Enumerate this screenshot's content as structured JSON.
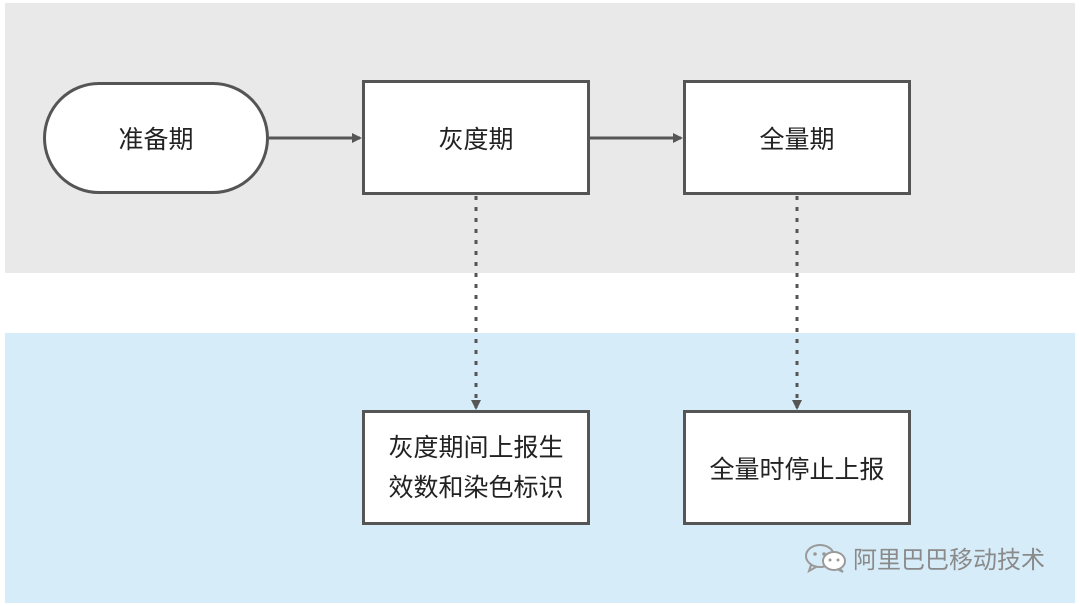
{
  "nodes": {
    "preparation": "准备期",
    "gray_release": "灰度期",
    "full_release": "全量期",
    "gray_report": "灰度期间上报生效数和染色标识",
    "full_report": "全量时停止上报"
  },
  "watermark": {
    "text": "阿里巴巴移动技术",
    "icon": "wechat-icon"
  },
  "colors": {
    "top_band": "#e9e9e9",
    "bottom_band": "#d7ecf9",
    "border": "#555555"
  }
}
